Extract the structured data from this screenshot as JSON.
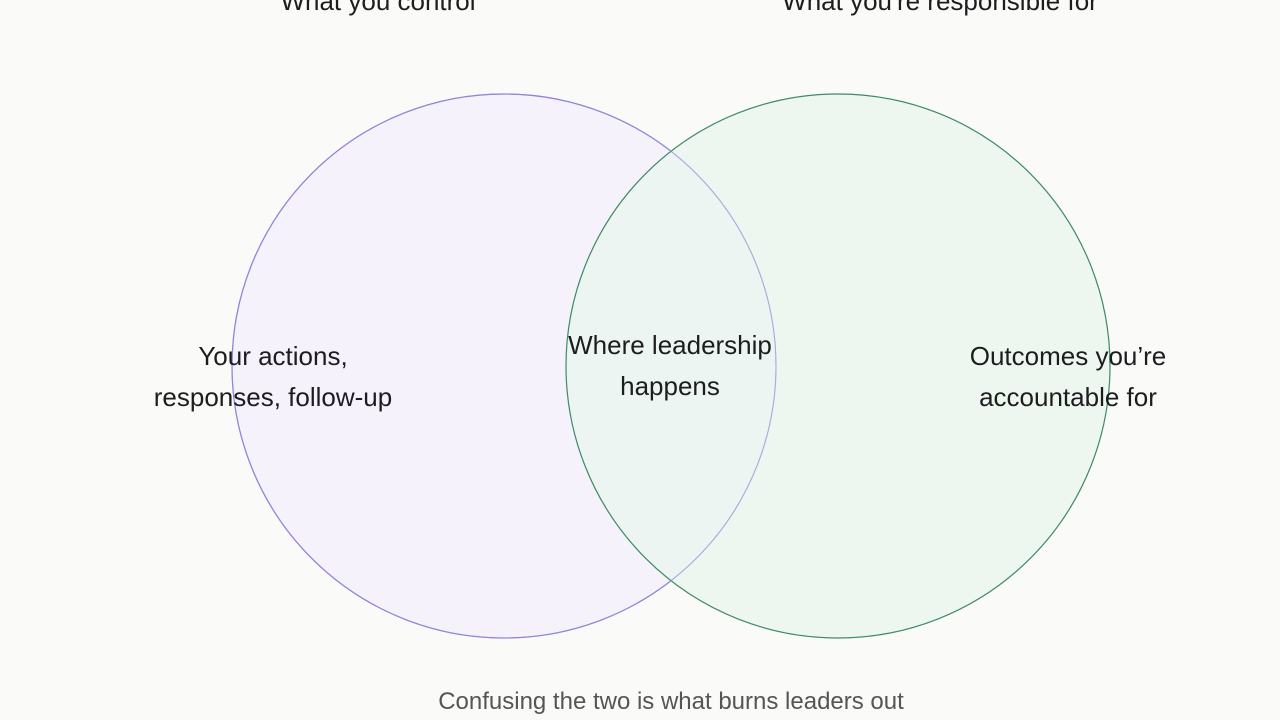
{
  "headings": {
    "left": "What you control",
    "right": "What you're responsible for"
  },
  "regions": {
    "left": [
      "Your actions,",
      "responses, follow-up"
    ],
    "center": [
      "Where leadership",
      "happens"
    ],
    "right": [
      "Outcomes you’re",
      "accountable for"
    ]
  },
  "caption": "Confusing the two is what burns leaders out",
  "colors": {
    "background": "#fafaf8",
    "left_stroke": "#7b6fd6",
    "left_fill": "#f3f0fd",
    "right_stroke": "#3e8a66",
    "right_fill": "#ebf7f0",
    "text": "#1d1d1f",
    "caption": "#555555"
  }
}
